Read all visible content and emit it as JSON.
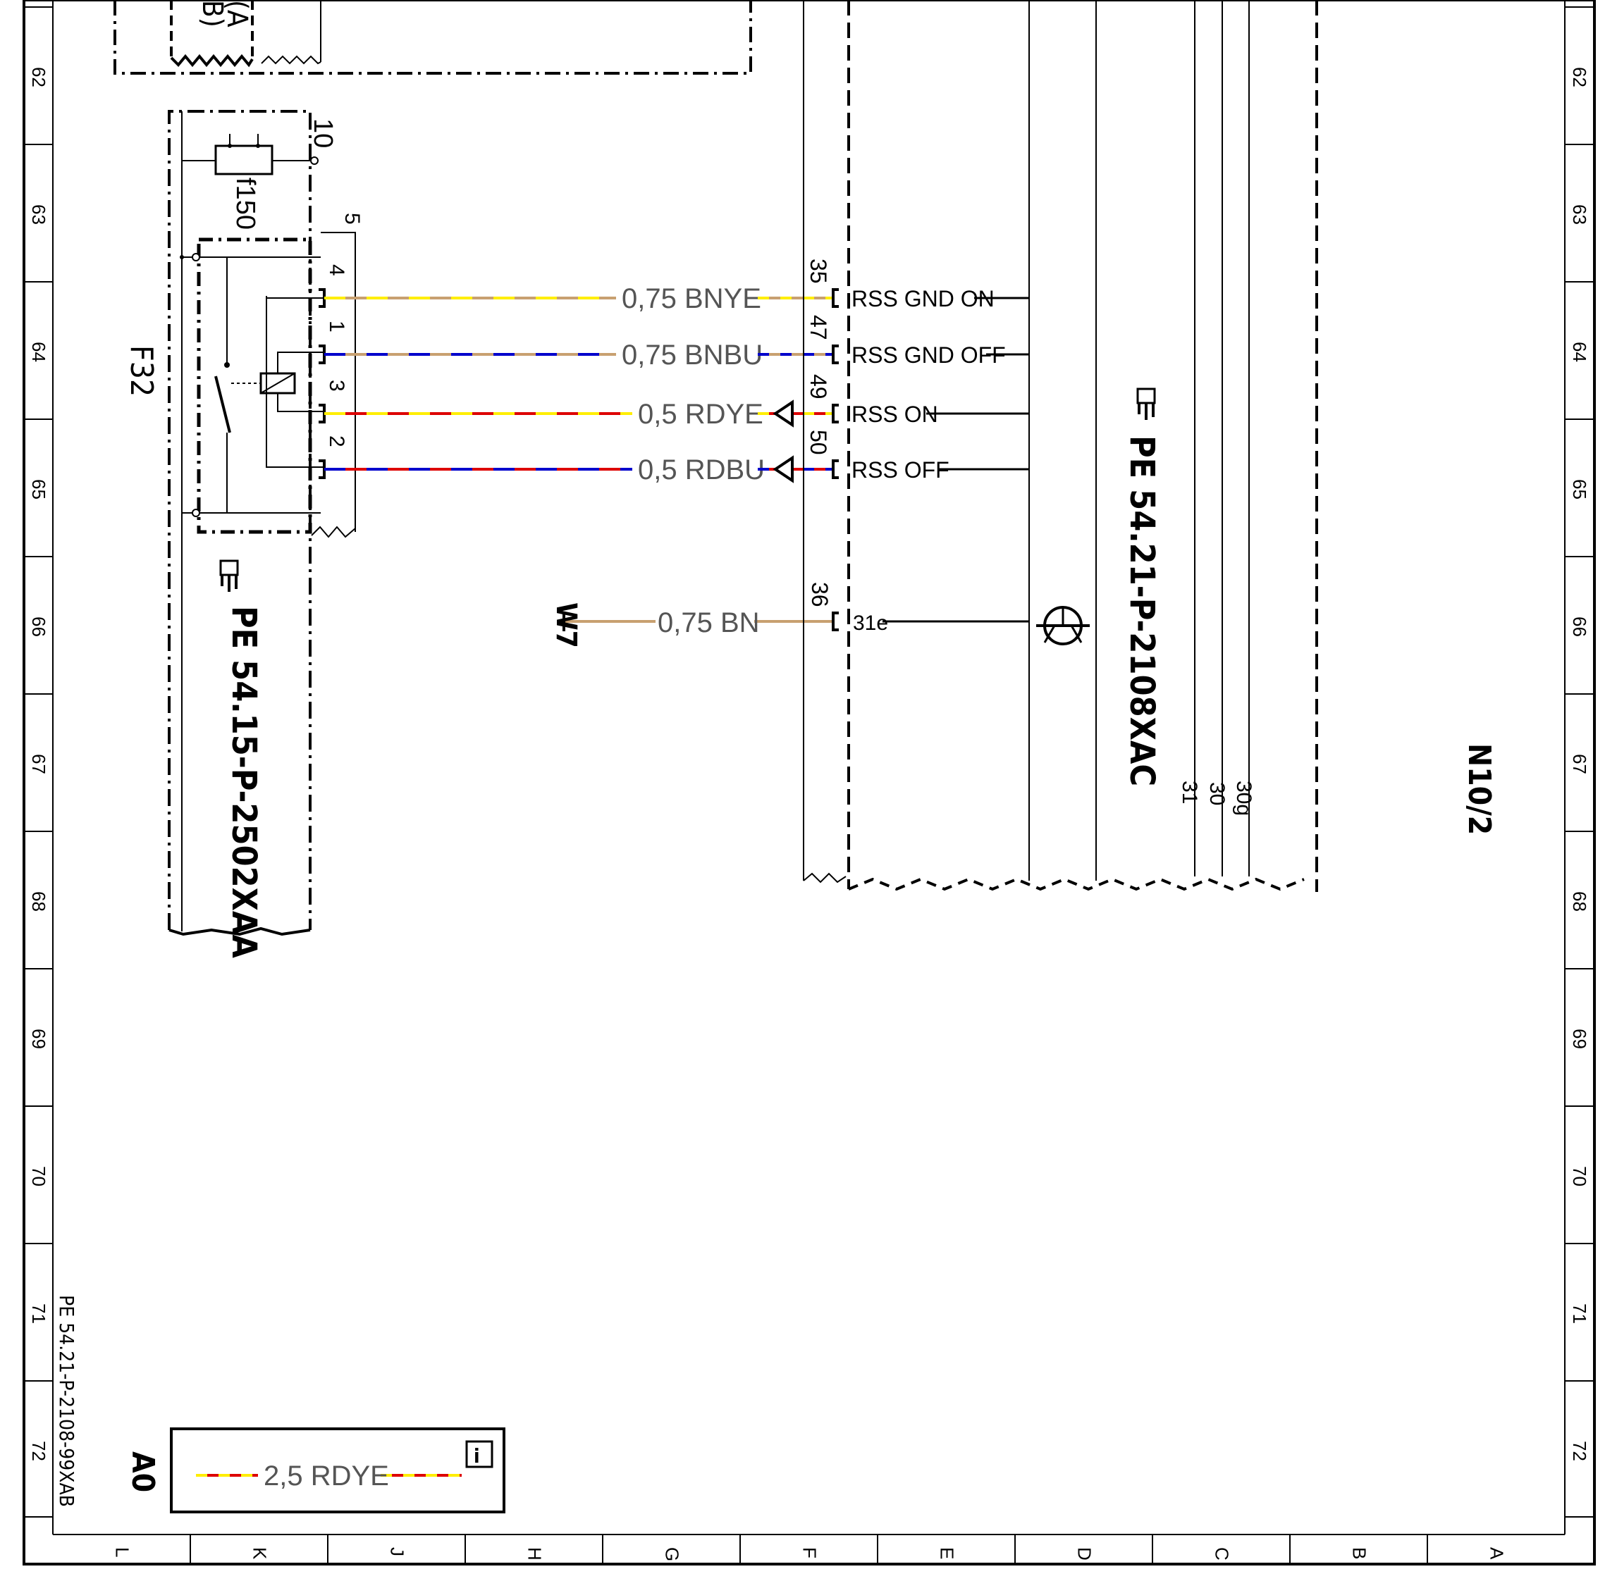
{
  "sheet": {
    "doc_ref": "PE 54.21-P-2108-99XAB",
    "row_numbers": [
      "62",
      "63",
      "64",
      "65",
      "66",
      "67",
      "68",
      "69",
      "70",
      "71",
      "72"
    ],
    "column_letters": [
      "L",
      "K",
      "J",
      "H",
      "G",
      "F",
      "E",
      "D",
      "C",
      "B",
      "A"
    ]
  },
  "top_block": {
    "partial_label": "(A",
    "partial_label2": "B)"
  },
  "fuse": {
    "name": "f150",
    "pin": "10"
  },
  "relay": {
    "pin": "5"
  },
  "component_f32": {
    "name": "F32",
    "ref": "PE 54.15-P-2502XAA"
  },
  "wires": [
    {
      "pin_left": "4",
      "label": "0,75  BNYE",
      "pin_right": "35",
      "signal": "RSS GND ON",
      "base_color": "#c8a070",
      "stripe_color": "#ffee00"
    },
    {
      "pin_left": "1",
      "label": "0,75  BNBU",
      "pin_right": "47",
      "signal": "RSS GND OFF",
      "base_color": "#c8a070",
      "stripe_color": "#0000cc"
    },
    {
      "pin_left": "3",
      "label": "0,5  RDYE",
      "pin_right": "49",
      "signal": "RSS ON",
      "base_color": "#dd0000",
      "stripe_color": "#ffee00"
    },
    {
      "pin_left": "2",
      "label": "0,5  RDBU",
      "pin_right": "50",
      "signal": "RSS OFF",
      "base_color": "#dd0000",
      "stripe_color": "#0000cc"
    }
  ],
  "ground": {
    "name": "W7",
    "label": "0,75  BN",
    "pin": "36",
    "signal": "31e",
    "color": "#c8a070"
  },
  "control_unit": {
    "ref": "PE 54.21-P-2108XAC",
    "name": "N10/2",
    "terminals": [
      "31",
      "30",
      "30g"
    ]
  },
  "legend": {
    "name": "A0",
    "label": "2,5  RDYE",
    "info_icon": "i"
  },
  "colors": {
    "line": "#000000",
    "brown": "#c8a070",
    "yellow": "#ffee00",
    "blue": "#0000cc",
    "red": "#dd0000"
  }
}
